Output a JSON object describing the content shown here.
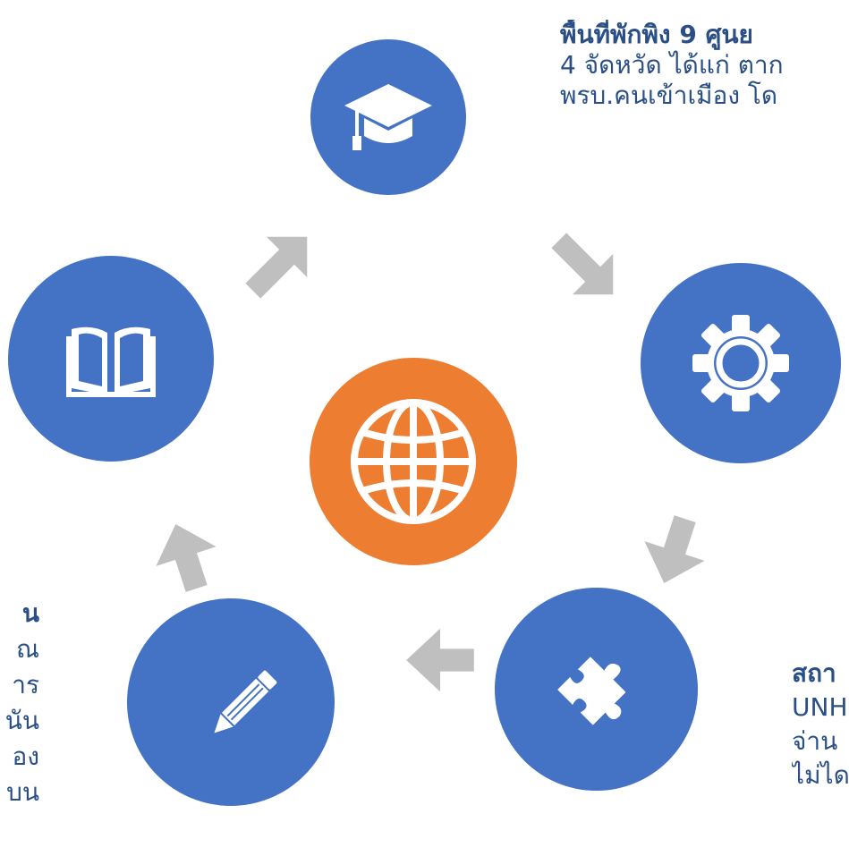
{
  "colors": {
    "circle_blue": "#4472c4",
    "center_orange": "#ed7d31",
    "arrow_gray": "#bfbfbf",
    "text_blue": "#2a4f86"
  },
  "nodes": [
    {
      "id": "top",
      "icon": "graduation-cap-icon"
    },
    {
      "id": "right",
      "icon": "gear-icon"
    },
    {
      "id": "bottom-right",
      "icon": "puzzle-piece-icon"
    },
    {
      "id": "bottom-left",
      "icon": "pencil-icon"
    },
    {
      "id": "left",
      "icon": "open-book-icon"
    },
    {
      "id": "center",
      "icon": "globe-icon"
    }
  ],
  "text_top": {
    "title": "พื้นที่พักพิง 9 ศูนย",
    "line1": "4 จัดหวัด ได้แก่ ตาก",
    "line2": "พรบ.คนเข้าเมือง โด"
  },
  "text_right": {
    "title": "สถา",
    "line1": "UNH",
    "line2": "จ่าน",
    "line3": "ไม่ได"
  },
  "text_left": {
    "lines": [
      "น",
      "ณ",
      "าร",
      "นัน",
      "อง",
      "บน"
    ]
  }
}
